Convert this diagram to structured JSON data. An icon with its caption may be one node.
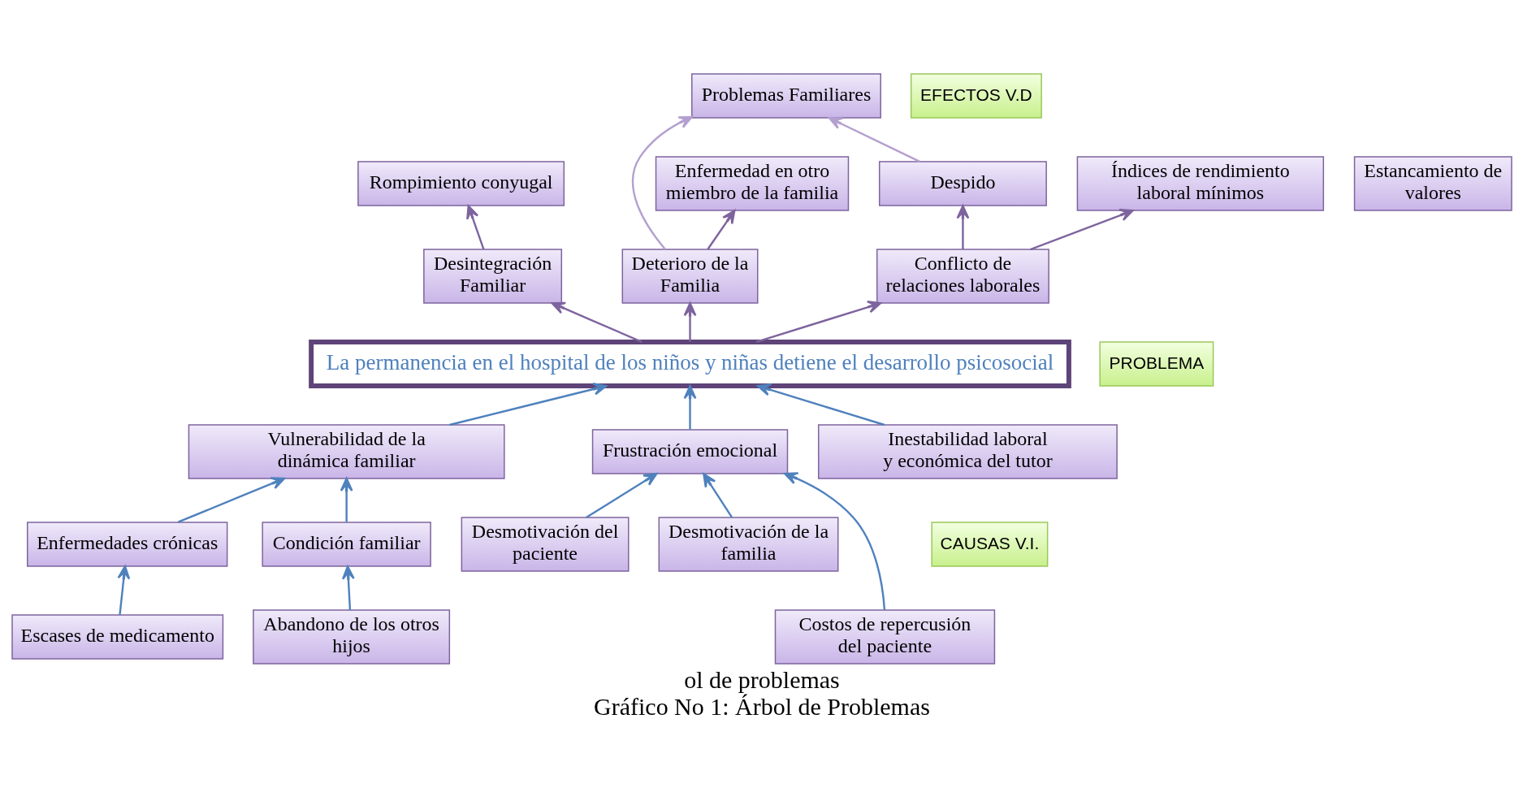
{
  "diagram": {
    "title": "ol de problemas",
    "caption": "Gráfico No 1: Árbol de Problemas",
    "nodes": [
      {
        "text": [
          "Problemas Familiares"
        ]
      },
      {
        "text": [
          "EFECTOS V.D"
        ]
      },
      {
        "text": [
          "Rompimiento conyugal"
        ]
      },
      {
        "text": [
          "Estancamiento de valores"
        ]
      },
      {
        "text": [
          "Enfermedad en otro miembro de la familia"
        ]
      },
      {
        "text": [
          "Despido"
        ]
      },
      {
        "text": [
          "Índices de rendimiento laboral mínimos"
        ]
      },
      {
        "text": [
          "Desintegración Familiar"
        ]
      },
      {
        "text": [
          "Deterioro de la Familia"
        ]
      },
      {
        "text": [
          "Conflicto de relaciones laborales"
        ]
      },
      {
        "text": [
          "PROBLEMA"
        ]
      },
      {
        "text": [
          "La permanencia en el hospital de los niños y niñas detiene el desarrollo psicosocial"
        ]
      },
      {
        "text": [
          "Vulnerabilidad de la dinámica familiar"
        ]
      },
      {
        "text": [
          "Frustración emocional"
        ]
      },
      {
        "text": [
          "Inestabilidad laboral y económica del tutor"
        ]
      },
      {
        "text": [
          "Enfermedades crónicas"
        ]
      },
      {
        "text": [
          "Condición familiar"
        ]
      },
      {
        "text": [
          "Desmotivación del paciente"
        ]
      },
      {
        "text": [
          "Desmotivación de la familia"
        ]
      },
      {
        "text": [
          "CAUSAS V.I."
        ]
      },
      {
        "text": [
          "Escases de medicamento"
        ]
      },
      {
        "text": [
          "Abandono de los otros hijos"
        ]
      },
      {
        "text": [
          "Costos de repercusión del paciente"
        ]
      }
    ],
    "edges": [
      {
        "from": 7,
        "to": 2,
        "arrow": "to",
        "color": "#7e649e"
      },
      {
        "from": 8,
        "to": 4,
        "arrow": "to",
        "color": "#7e649e"
      },
      {
        "from": 8,
        "to": 0,
        "arrow": "to",
        "color": "#b4a0d0"
      },
      {
        "from": 9,
        "to": 5,
        "arrow": "to",
        "color": "#7e649e"
      },
      {
        "from": 9,
        "to": 6,
        "arrow": "to",
        "color": "#7e649e"
      },
      {
        "from": 5,
        "to": 0,
        "arrow": "to",
        "color": "#b4a0d0"
      },
      {
        "from": 11,
        "to": 7,
        "arrow": "to",
        "color": "#7e649e"
      },
      {
        "from": 11,
        "to": 8,
        "arrow": "to",
        "color": "#7e649e"
      },
      {
        "from": 11,
        "to": 9,
        "arrow": "to",
        "color": "#7e649e"
      },
      {
        "from": 12,
        "to": 11,
        "arrow": "to"
      },
      {
        "from": 13,
        "to": 11,
        "arrow": "to"
      },
      {
        "from": 14,
        "to": 11,
        "arrow": "to"
      },
      {
        "from": 15,
        "to": 12,
        "arrow": "to"
      },
      {
        "from": 16,
        "to": 12,
        "arrow": "to"
      },
      {
        "from": 17,
        "to": 13,
        "arrow": "to"
      },
      {
        "from": 18,
        "to": 13,
        "arrow": "to"
      },
      {
        "from": 22,
        "to": 13,
        "arrow": "to"
      },
      {
        "from": 20,
        "to": 15,
        "arrow": "to"
      },
      {
        "from": 21,
        "to": 16,
        "arrow": "to"
      }
    ]
  }
}
